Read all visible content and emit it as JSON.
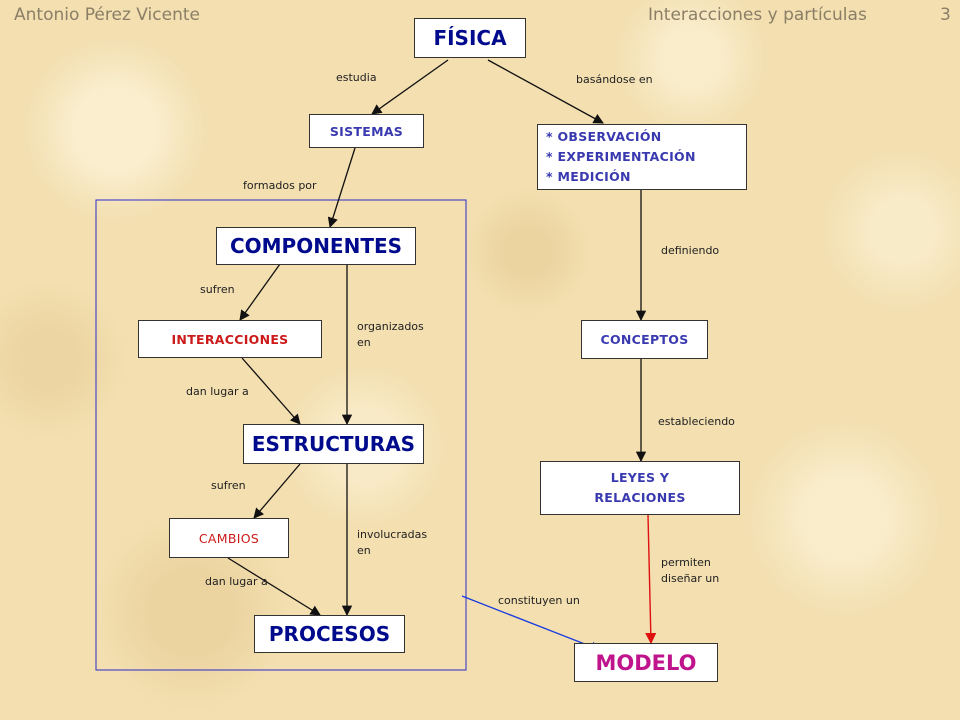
{
  "header": {
    "author": "Antonio Pérez Vicente",
    "title": "Interacciones y partículas",
    "page": "3"
  },
  "nodes": {
    "fisica": "FÍSICA",
    "sistemas": "SISTEMAS",
    "observacion": [
      "* OBSERVACIÓN",
      "* EXPERIMENTACIÓN",
      "* MEDICIÓN"
    ],
    "componentes": "COMPONENTES",
    "interacciones": "INTERACCIONES",
    "estructuras": "ESTRUCTURAS",
    "cambios": "CAMBIOS",
    "procesos": "PROCESOS",
    "conceptos": "CONCEPTOS",
    "leyes": [
      "LEYES Y",
      "RELACIONES"
    ],
    "modelo": "MODELO"
  },
  "labels": {
    "estudia": "estudia",
    "basandose_en": "basándose en",
    "formados_por": "formados por",
    "definiendo": "definiendo",
    "sufren_1": "sufren",
    "organizados_en": [
      "organizados",
      "en"
    ],
    "dan_lugar_a_1": "dan lugar a",
    "estableciendo": "estableciendo",
    "sufren_2": "sufren",
    "involucradas_en": [
      "involucradas",
      "en"
    ],
    "permiten": [
      "permiten",
      "diseñar un"
    ],
    "dan_lugar_a_2": "dan lugar a",
    "constituyen_un": "constituyen un"
  },
  "colors": {
    "node_title": "#000a8c",
    "node_small": "#3a3ab0",
    "node_red": "#cc1a1a",
    "node_modelo": "#c0148c",
    "frame_border": "#2a2acc",
    "arrow_red": "#e01010",
    "arrow_blue": "#1a3ae0"
  }
}
